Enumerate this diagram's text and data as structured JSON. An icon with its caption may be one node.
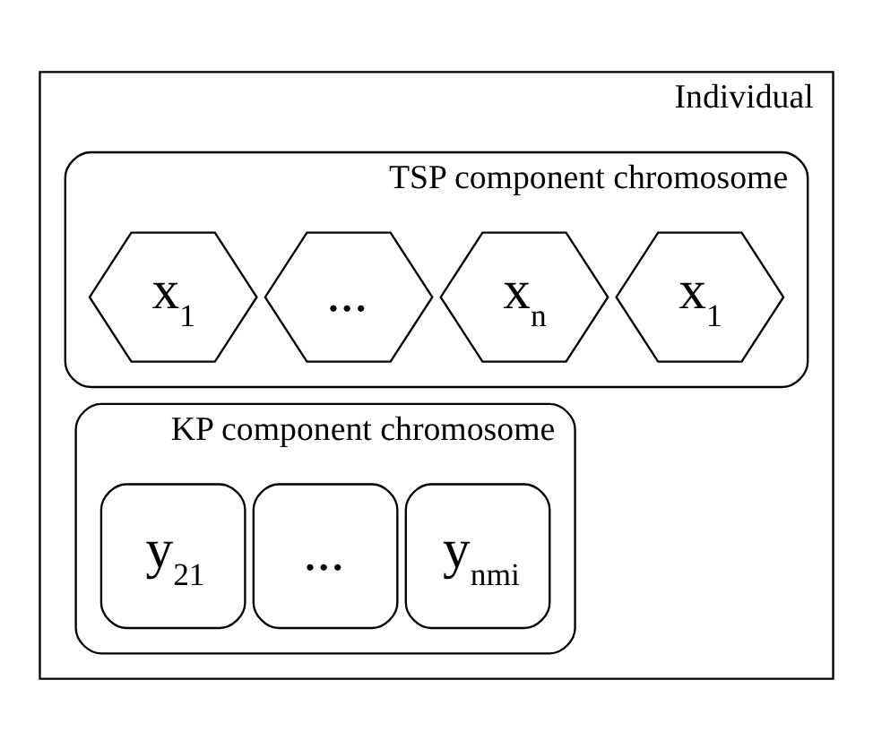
{
  "diagram": {
    "nodes": [
      {
        "text": [
          "Individual"
        ]
      },
      {
        "text": [
          "TSP component chromosome"
        ],
        "in": 0
      },
      {
        "text": [
          "x$_{1}$"
        ],
        "in": 1
      },
      {
        "text": [
          "..."
        ],
        "in": 1
      },
      {
        "text": [
          "x$_{n}$"
        ],
        "in": 1
      },
      {
        "text": [
          "x$_{1}$"
        ],
        "in": 1
      },
      {
        "text": [
          "KP component chromosome"
        ],
        "in": 0
      },
      {
        "text": [
          "y$_{21}$"
        ],
        "in": 6
      },
      {
        "text": [
          "..."
        ],
        "in": 6
      },
      {
        "text": [
          "y$_{nmi}$"
        ],
        "in": 6
      }
    ]
  }
}
